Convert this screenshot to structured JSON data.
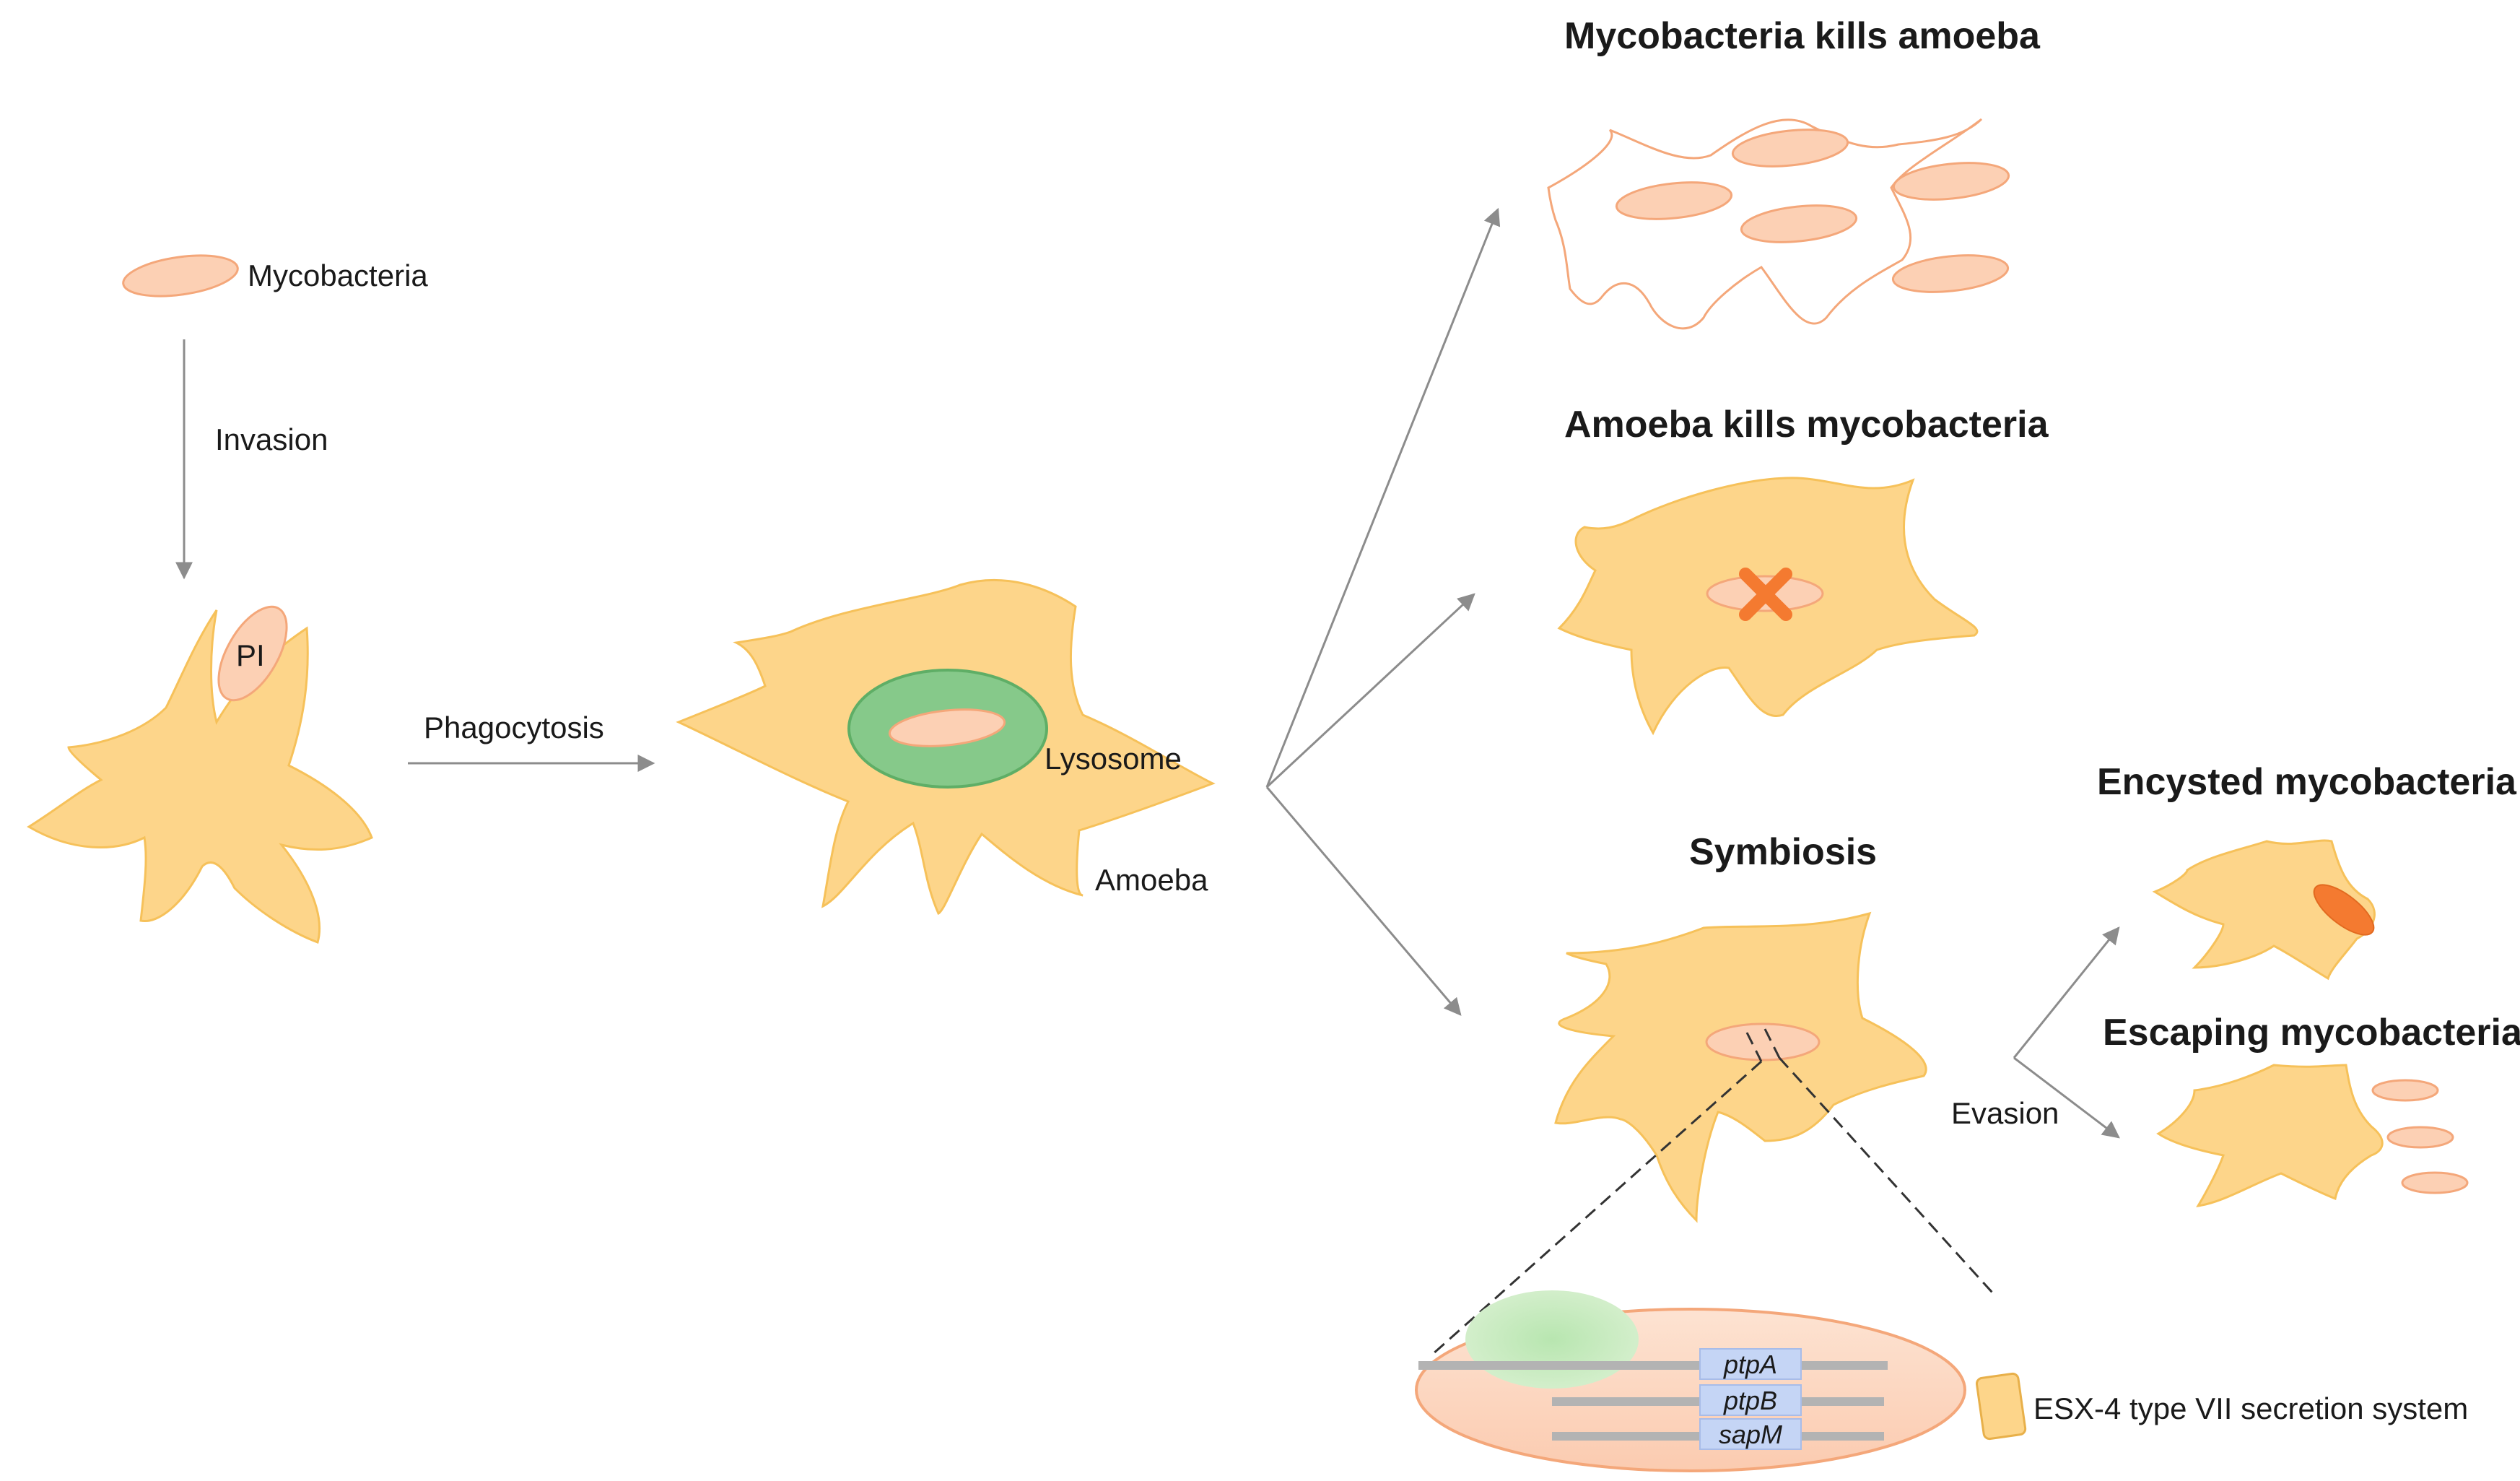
{
  "labels": {
    "mycobacteria": "Mycobacteria",
    "invasion": "Invasion",
    "pi": "PI",
    "phagocytosis": "Phagocytosis",
    "lysosome": "Lysosome",
    "amoeba": "Amoeba",
    "evasion": "Evasion"
  },
  "outcomes": {
    "kills_amoeba": "Mycobacteria kills amoeba",
    "kills_mycobacteria": "Amoeba kills mycobacteria",
    "symbiosis": "Symbiosis",
    "encysted": "Encysted mycobacteria",
    "escaping": "Escaping mycobacteria"
  },
  "genes": [
    "ptpA",
    "ptpB",
    "sapM"
  ],
  "secretion_system": "ESX-4 type VII secretion system",
  "colors": {
    "amoeba_fill": "#fdd58a",
    "amoeba_stroke": "#f6c15a",
    "bacterium_fill": "#fcd0b4",
    "bacterium_stroke": "#f4a77a",
    "lysosome_fill": "#86c98a",
    "lysosome_stroke": "#5fae66",
    "kill_mark": "#f47a30",
    "gene_box": "#c5d5f5",
    "arrow": "#8c8c8c"
  }
}
